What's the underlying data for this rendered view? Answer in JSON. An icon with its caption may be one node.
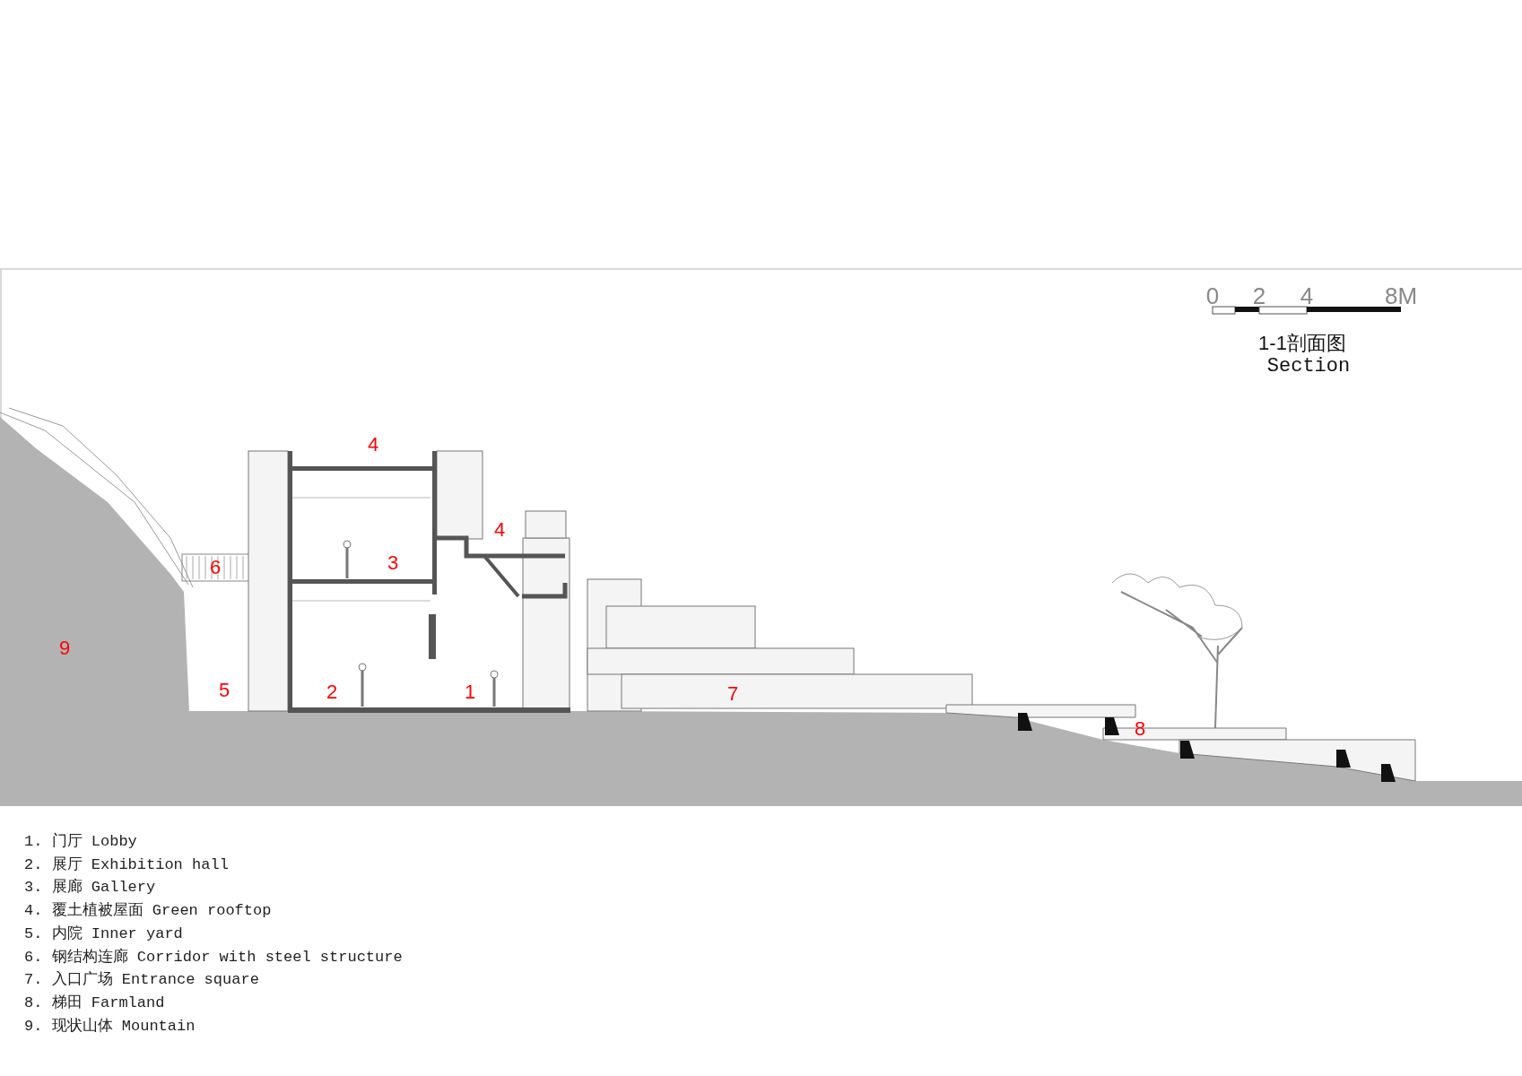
{
  "diagram": {
    "title": "1-1剖面图",
    "labels": [
      "0",
      "2",
      "4",
      "8M",
      "Section",
      "4",
      "4",
      "6",
      "3",
      "9",
      "5",
      "2",
      "1",
      "7",
      "8",
      "1. 门厅 Lobby",
      "2. 展厅 Exhibition hall",
      "3. 展廊 Gallery",
      "4. 覆土植被屋面 Green rooftop",
      "5. 内院 Inner yard",
      "6. 钢结构连廊 Corridor with steel structure",
      "7. 入口广场 Entrance square",
      "8. 梯田 Farmland",
      "9. 现状山体 Mountain"
    ]
  }
}
